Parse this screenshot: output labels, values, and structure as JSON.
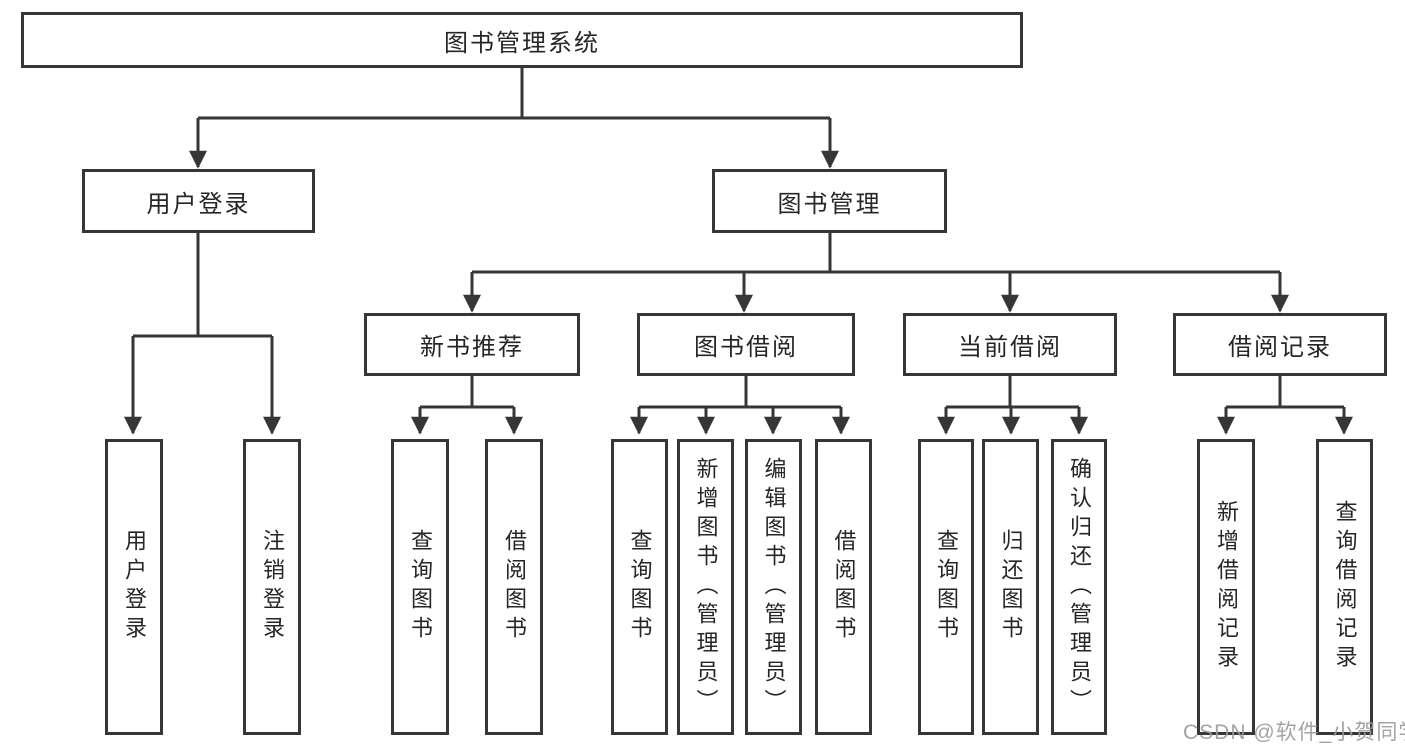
{
  "tree": {
    "root": {
      "label": "图书管理系统"
    },
    "branches": [
      {
        "label": "用户登录",
        "children": [
          {
            "label": "用户登录"
          },
          {
            "label": "注销登录"
          }
        ]
      },
      {
        "label": "图书管理",
        "children": [
          {
            "label": "新书推荐",
            "children": [
              {
                "label": "查询图书"
              },
              {
                "label": "借阅图书"
              }
            ]
          },
          {
            "label": "图书借阅",
            "children": [
              {
                "label": "查询图书"
              },
              {
                "label": "新增图书（管理员）"
              },
              {
                "label": "编辑图书（管理员）"
              },
              {
                "label": "借阅图书"
              }
            ]
          },
          {
            "label": "当前借阅",
            "children": [
              {
                "label": "查询图书"
              },
              {
                "label": "归还图书"
              },
              {
                "label": "确认归还（管理员）"
              }
            ]
          },
          {
            "label": "借阅记录",
            "children": [
              {
                "label": "新增借阅记录"
              },
              {
                "label": "查询借阅记录"
              }
            ]
          }
        ]
      }
    ]
  },
  "watermark": {
    "text": "CSDN @软件_小贺同学"
  },
  "colors": {
    "line": "#363636",
    "box_border": "#363636",
    "text": "#262626",
    "watermark": "#9b9b9b",
    "background": "#ffffff"
  }
}
